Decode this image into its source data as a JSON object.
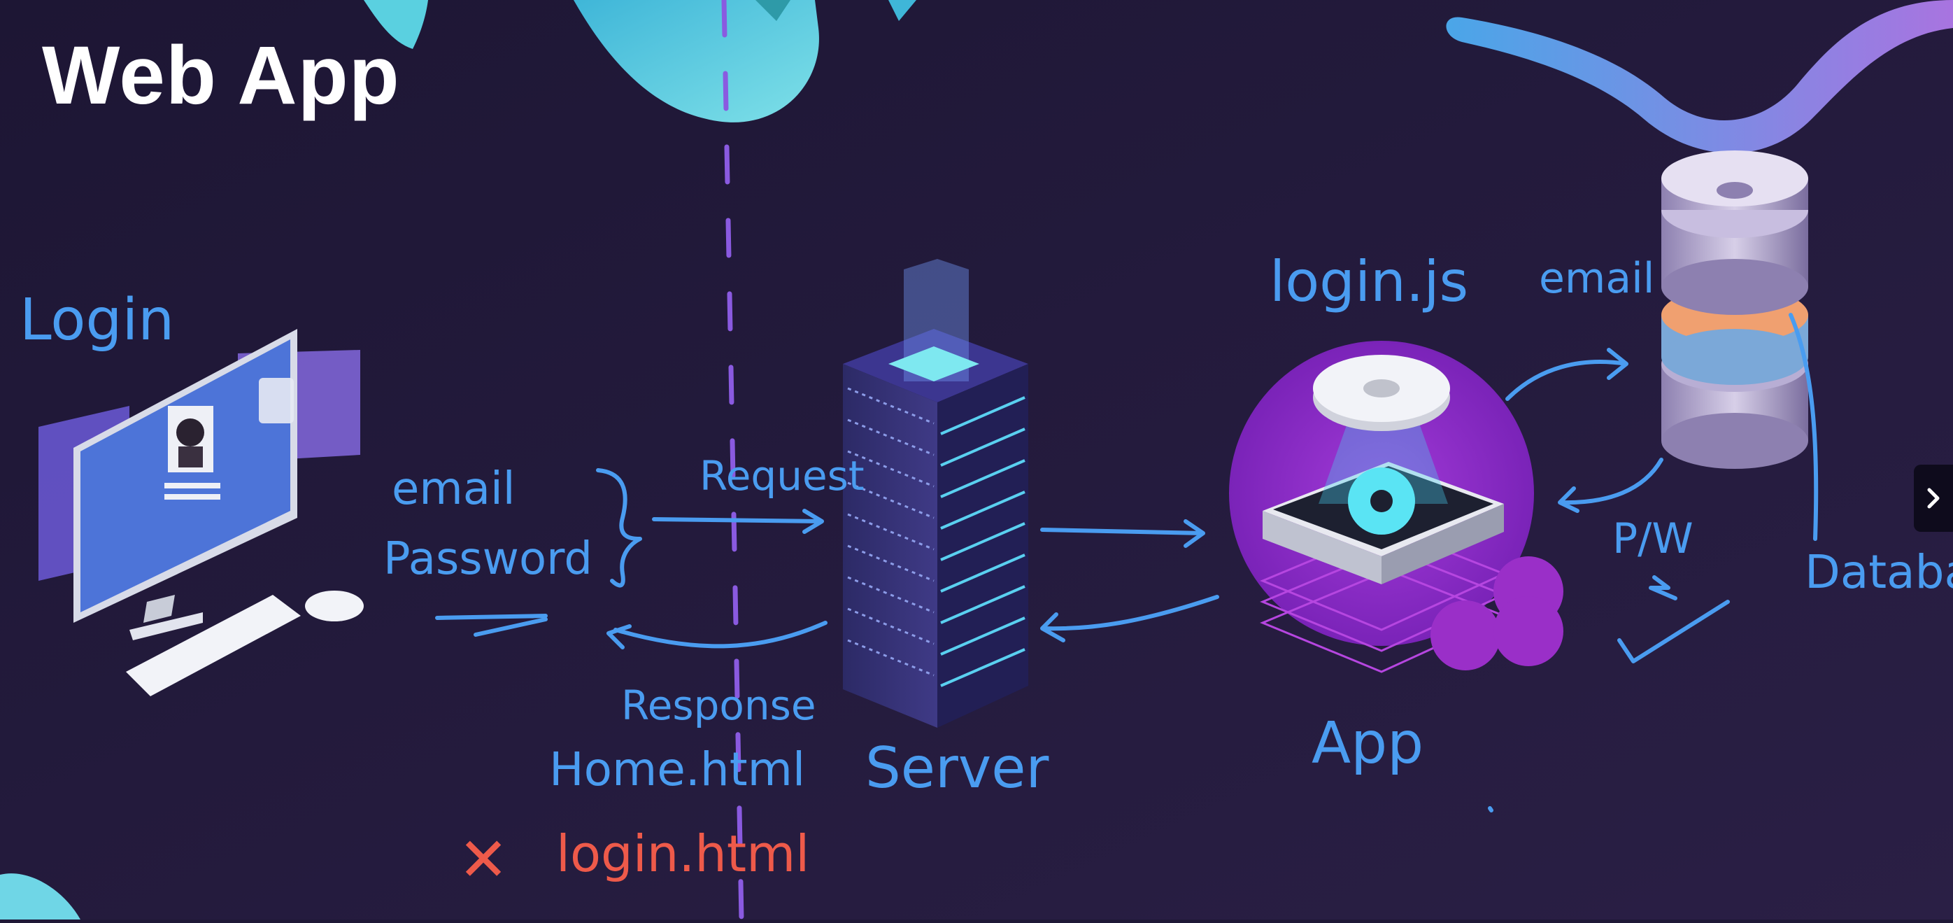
{
  "slide": {
    "title": "Web App"
  },
  "annotations": {
    "login": "Login",
    "email": "email",
    "password": "Password",
    "request": "Request",
    "response": "Response",
    "home_html": "Home.html",
    "server": "Server",
    "login_html": "login.html",
    "cross_mark": "✕",
    "login_js": "login.js",
    "email_right": "email",
    "pw": "P/W",
    "app": "App",
    "database": "Database"
  },
  "colors": {
    "background": "#1f1837",
    "ink_blue": "#4a9cf0",
    "ink_red": "#ee5a4a",
    "ink_purple": "#8a5ae0"
  },
  "controls": {
    "next_icon": "chevron-right-icon"
  }
}
